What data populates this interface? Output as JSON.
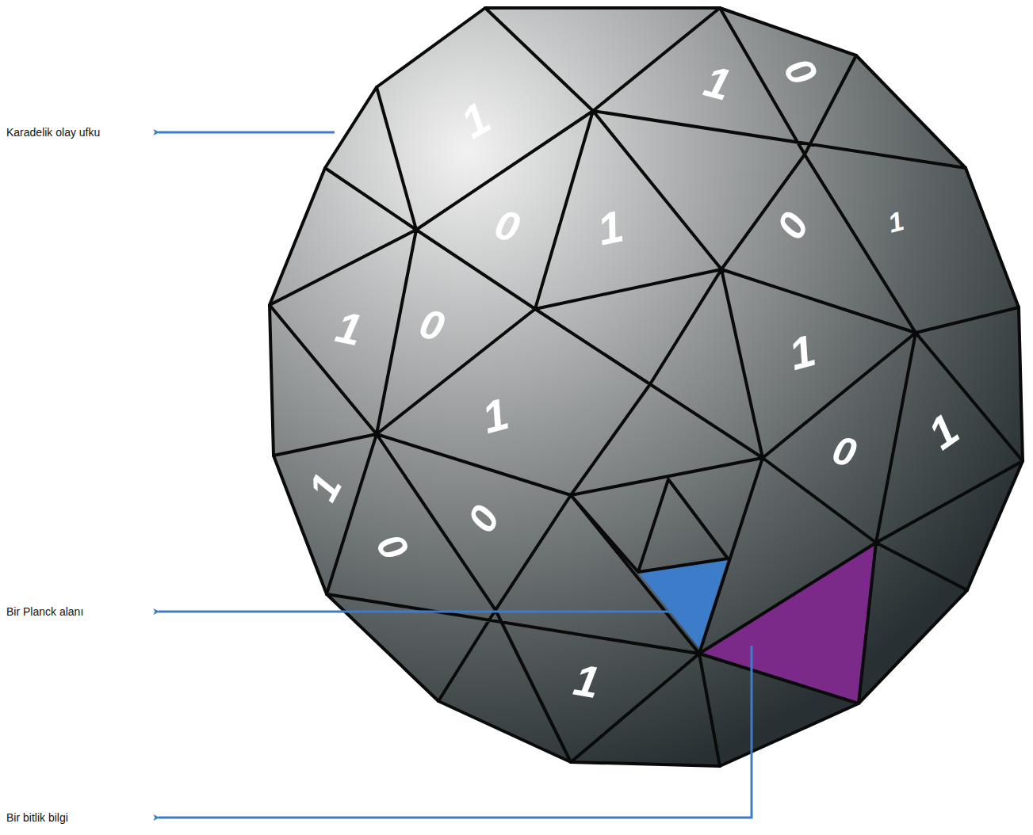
{
  "diagram": {
    "labels": [
      "Karadelik olay ufku",
      "Bir Planck alanı",
      "Bir bitlik bilgi",
      "1",
      "0",
      "1",
      "0",
      "1",
      "0",
      "1",
      "1",
      "0",
      "1",
      "1",
      "0",
      "1",
      "1",
      "0",
      "0",
      "1"
    ]
  }
}
